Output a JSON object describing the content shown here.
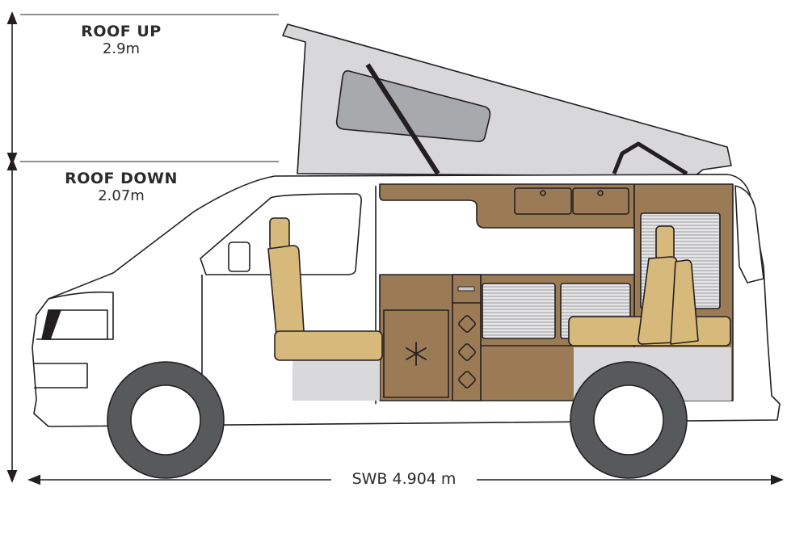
{
  "labels": {
    "roof_up_title": "ROOF UP",
    "roof_up_value": "2.9m",
    "roof_down_title": "ROOF DOWN",
    "roof_down_value": "2.07m",
    "length": "SWB 4.904 m"
  },
  "colors": {
    "wood": "#9b7b55",
    "cushion": "#d6b97b",
    "panel_grey": "#d9d9dc",
    "tyre": "#58595b",
    "roof": "#d8d8da",
    "roof_window": "#a8a9ac",
    "outline": "#231f20"
  },
  "icons": [
    "snowflake-icon",
    "hob-knob-icon"
  ]
}
